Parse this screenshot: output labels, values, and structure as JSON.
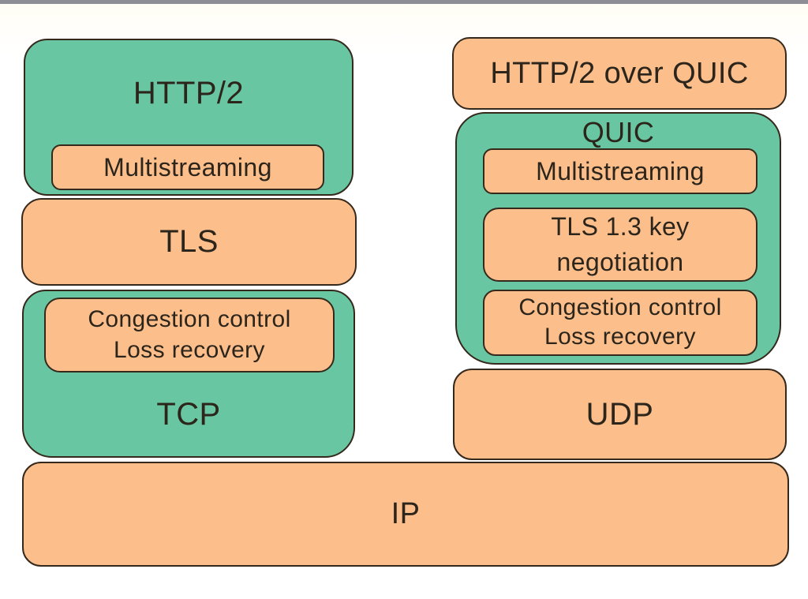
{
  "colors": {
    "green": "#69c6a3",
    "orange": "#fcbe8b",
    "border": "#35291c",
    "text": "#2c251b",
    "topbar_gray": "#8d8d95"
  },
  "left_stack": {
    "http2_label": "HTTP/2",
    "multistreaming_label": "Multistreaming",
    "tls_label": "TLS",
    "congestion_line1": "Congestion control",
    "congestion_line2": "Loss recovery",
    "tcp_label": "TCP"
  },
  "right_stack": {
    "http2_over_quic_label": "HTTP/2 over QUIC",
    "quic_label": "QUIC",
    "multistreaming_label": "Multistreaming",
    "tls13_line1": "TLS 1.3 key",
    "tls13_line2": "negotiation",
    "congestion_line1": "Congestion control",
    "congestion_line2": "Loss recovery",
    "udp_label": "UDP"
  },
  "bottom": {
    "ip_label": "IP"
  }
}
